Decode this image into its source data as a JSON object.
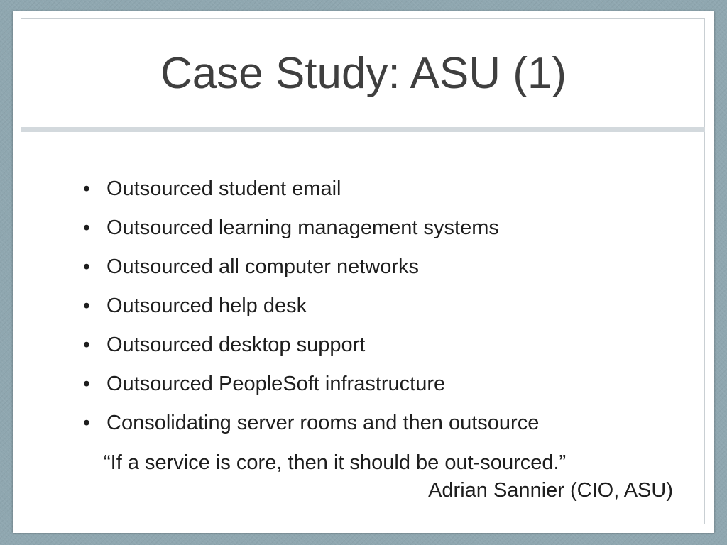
{
  "slide": {
    "title": "Case Study: ASU (1)",
    "bullet_symbol": "•",
    "bullets": [
      "Outsourced student email",
      "Outsourced learning management systems",
      "Outsourced all computer networks",
      "Outsourced help desk",
      "Outsourced desktop support",
      "Outsourced PeopleSoft infrastructure",
      "Consolidating server rooms and then outsource"
    ],
    "quote": "“If a service is core, then it should be out-sourced.”",
    "attribution": "Adrian Sannier (CIO, ASU)"
  },
  "colors": {
    "background": "#8fa7b0",
    "slide": "#ffffff",
    "title_text": "#3f3f3f",
    "body_text": "#1e1e1e",
    "divider": "#d3d9dd"
  }
}
